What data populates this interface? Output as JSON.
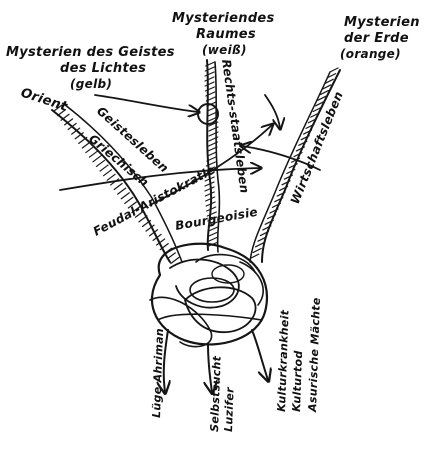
{
  "labels": {
    "mysterien_raumes_1": "Mysteriendes",
    "mysterien_raumes_2": "Raumes",
    "mysterien_raumes_3": "(weiß)",
    "mysterien_erde_1": "Mysterien",
    "mysterien_erde_2": "der Erde",
    "mysterien_erde_3": "(orange)",
    "mysterien_geistes_1": "Mysterien des Geistes",
    "mysterien_geistes_2": "des Lichtes",
    "mysterien_geistes_3": "(gelb)",
    "orient": "Orient",
    "geistesleben": "Geistesleben",
    "griechisch": "Griechisch",
    "rechtsstaatsleben": "Rechts-staatsleben",
    "wirtschaftsleben": "Wirtschaftsleben",
    "feudal_aristokratie": "Feudal-Aristokratie",
    "bourgeoisie": "Bourgeoisie",
    "luege_ahriman": "Lüge Ahriman",
    "selbstsucht": "Selbstsucht",
    "luzifer": "Luzifer",
    "kulturkrankheit": "Kulturkrankheit",
    "kulturtod": "Kulturtod",
    "asurische_maechte": "Asurische Mächte"
  },
  "colors": {
    "ink": "#151515",
    "paper": "#ffffff"
  }
}
